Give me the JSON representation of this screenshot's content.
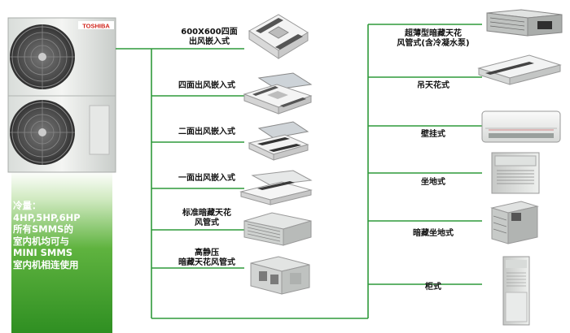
{
  "outdoor_unit": {
    "brand": "TOSHIBA",
    "capacity_lines": [
      "冷量：",
      "4HP,5HP,6HP",
      "所有SMMS的",
      "室内机均可与",
      "MINI SMMS",
      "室内机相连使用"
    ]
  },
  "left_units": [
    {
      "id": "cassette-600",
      "label_lines": [
        "600X600四面",
        "出风嵌入式"
      ]
    },
    {
      "id": "cassette-4way",
      "label_lines": [
        "四面出风嵌入式"
      ]
    },
    {
      "id": "cassette-2way",
      "label_lines": [
        "二面出风嵌入式"
      ]
    },
    {
      "id": "cassette-1way",
      "label_lines": [
        "一面出风嵌入式"
      ]
    },
    {
      "id": "std-duct",
      "label_lines": [
        "标准暗藏天花",
        "风管式"
      ]
    },
    {
      "id": "hsp-duct",
      "label_lines": [
        "高静压",
        "暗藏天花风管式"
      ]
    }
  ],
  "right_units": [
    {
      "id": "slim-duct",
      "label_lines": [
        "超薄型暗藏天花",
        "风管式(含冷凝水泵)"
      ]
    },
    {
      "id": "ceiling",
      "label_lines": [
        "吊天花式"
      ]
    },
    {
      "id": "wall",
      "label_lines": [
        "壁挂式"
      ]
    },
    {
      "id": "floor",
      "label_lines": [
        "坐地式"
      ]
    },
    {
      "id": "concealed-floor",
      "label_lines": [
        "暗藏坐地式"
      ]
    },
    {
      "id": "cabinet",
      "label_lines": [
        "柜式"
      ]
    }
  ],
  "colors": {
    "pipe": "#2f9a3a",
    "capacity_text": "#ffffff"
  }
}
